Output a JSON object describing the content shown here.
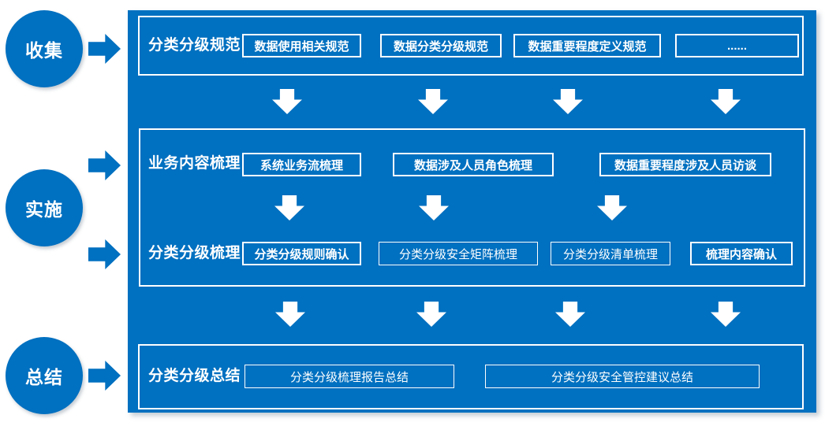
{
  "colors": {
    "primary_blue": "#0070C0",
    "panel_background": "#0070C0",
    "box_border": "#ffffff",
    "text": "#ffffff",
    "page_background": "#ffffff"
  },
  "stages": [
    {
      "label": "收集"
    },
    {
      "label": "实施"
    },
    {
      "label": "总结"
    }
  ],
  "sections": {
    "collect": {
      "row_label": "分类分级规范",
      "boxes": [
        "数据使用相关规范",
        "数据分类分级规范",
        "数据重要程度定义规范",
        "......"
      ]
    },
    "implement": {
      "rows": [
        {
          "row_label": "业务内容梳理",
          "boxes": [
            "系统业务流梳理",
            "数据涉及人员角色梳理",
            "数据重要程度涉及人员访谈"
          ]
        },
        {
          "row_label": "分类分级梳理",
          "boxes": [
            "分类分级规则确认",
            "分类分级安全矩阵梳理",
            "分类分级清单梳理",
            "梳理内容确认"
          ]
        }
      ]
    },
    "summary": {
      "row_label": "分类分级总结",
      "boxes": [
        "分类分级梳理报告总结",
        "分类分级安全管控建议总结"
      ]
    }
  }
}
